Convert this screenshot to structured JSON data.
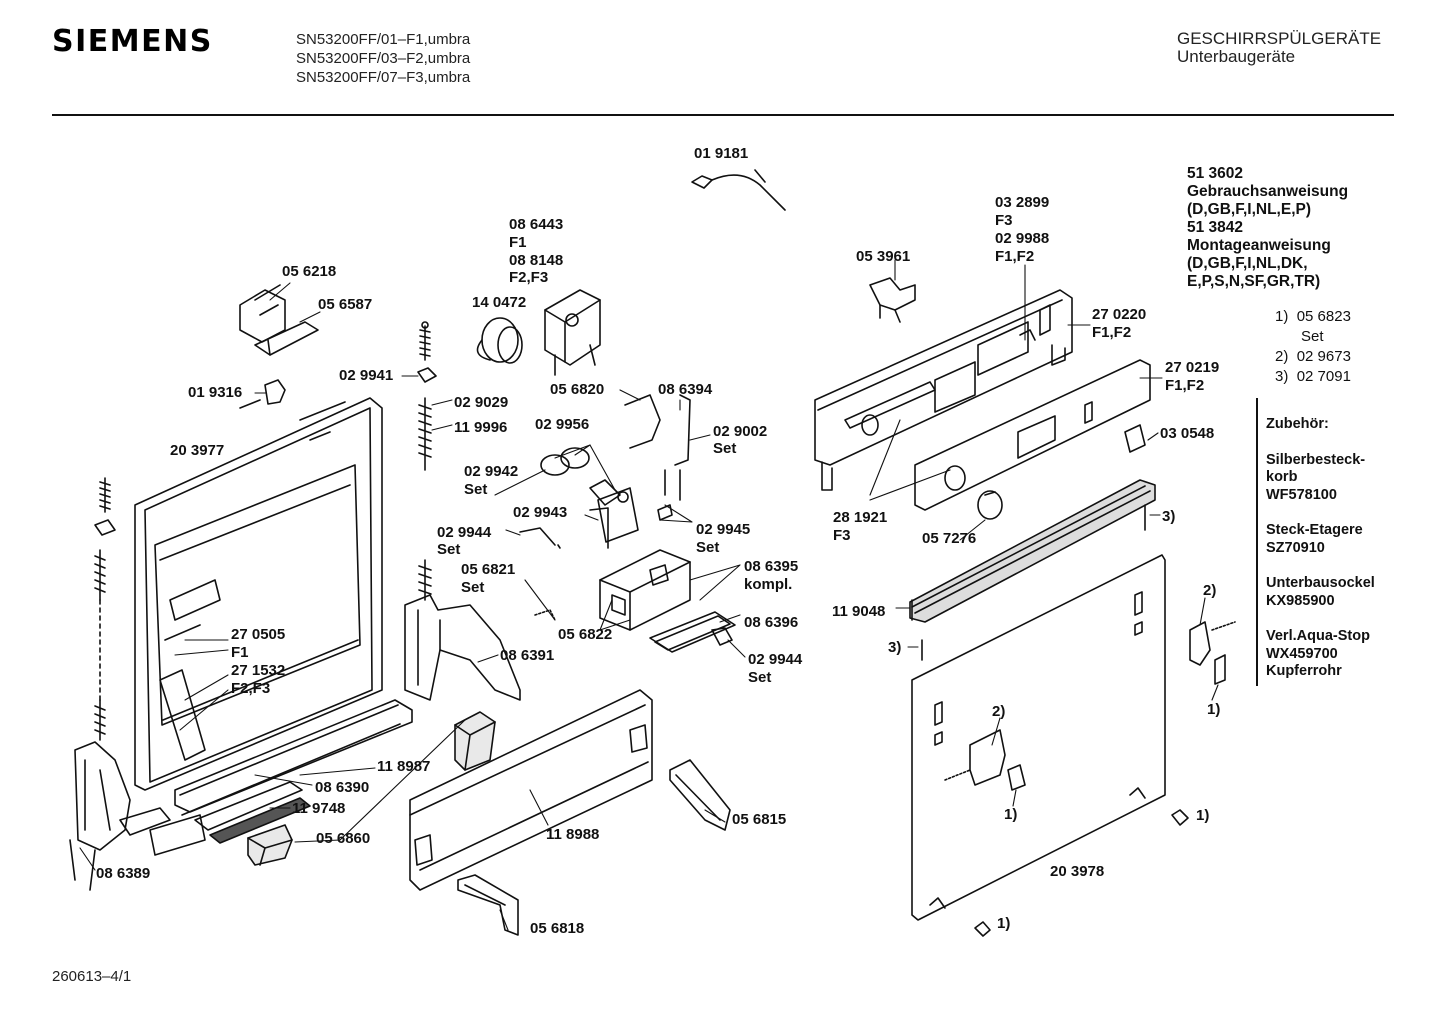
{
  "header": {
    "brand": "SIEMENS",
    "models": [
      "SN53200FF/01–F1,umbra",
      "SN53200FF/03–F2,umbra",
      "SN53200FF/07–F3,umbra"
    ],
    "category": "GESCHIRRSPÜLGERÄTE",
    "subcategory": "Unterbaugeräte"
  },
  "documents": {
    "manual_use_number": "51 3602",
    "manual_use_title": "Gebrauchsanweisung",
    "manual_use_langs": "(D,GB,F,I,NL,E,P)",
    "manual_install_number": "51 3842",
    "manual_install_title": "Montageanweisung",
    "manual_install_langs_1": "(D,GB,F,I,NL,DK,",
    "manual_install_langs_2": "E,P,S,N,SF,GR,TR)"
  },
  "footnotes": [
    {
      "key": "1)",
      "part": "05 6823",
      "extra": "Set"
    },
    {
      "key": "2)",
      "part": "02 9673",
      "extra": ""
    },
    {
      "key": "3)",
      "part": "02 7091",
      "extra": ""
    }
  ],
  "accessories": {
    "title": "Zubehör:",
    "items": [
      {
        "lines": [
          "Silberbesteck-",
          "korb",
          "WF578100"
        ]
      },
      {
        "lines": [
          "Steck-Etagere",
          "SZ70910"
        ]
      },
      {
        "lines": [
          "Unterbausockel",
          "KX985900"
        ]
      },
      {
        "lines": [
          "Verl.Aqua-Stop",
          "WX459700",
          "Kupferrohr"
        ]
      }
    ]
  },
  "parts": {
    "p019181": "01 9181",
    "p086443": "08 6443",
    "f1a": "F1",
    "p088148": "08 8148",
    "f2f3a": "F2,F3",
    "p140472": "14 0472",
    "p056218": "05 6218",
    "p056587": "05 6587",
    "p029941": "02 9941",
    "p019316": "01 9316",
    "p029029": "02 9029",
    "p119996": "11 9996",
    "p203977": "20 3977",
    "p056820": "05 6820",
    "p086394": "08 6394",
    "p029956": "02 9956",
    "p029002": "02 9002",
    "set1": "Set",
    "p029942": "02 9942",
    "set2": "Set",
    "p029943": "02 9943",
    "p029945": "02 9945",
    "set3": "Set",
    "p029944a": "02 9944",
    "set4": "Set",
    "p056821": "05 6821",
    "set5": "Set",
    "p086395": "08 6395",
    "kompl": "kompl.",
    "p056822": "05 6822",
    "p086396": "08 6396",
    "p029944b": "02 9944",
    "set6": "Set",
    "p270505": "27 0505",
    "f1b": "F1",
    "p271532": "27 1532",
    "f2f3b": "F2,F3",
    "p086391": "08 6391",
    "p118987": "11 8987",
    "p086390": "08 6390",
    "p119748": "11 9748",
    "p056860": "05 6860",
    "p086389": "08 6389",
    "p118988": "11 8988",
    "p056815": "05 6815",
    "p056818": "05 6818",
    "p053961": "05 3961",
    "p032899": "03 2899",
    "f3a": "F3",
    "p029988": "02 9988",
    "f1f2a": "F1,F2",
    "p270220": "27 0220",
    "f1f2b": "F1,F2",
    "p270219": "27 0219",
    "f1f2c": "F1,F2",
    "p030548": "03 0548",
    "p281921": "28 1921",
    "f3b": "F3",
    "p057276": "05 7276",
    "p119048": "11 9048",
    "p203978": "20 3978",
    "fn3a": "3)",
    "fn3b": "3)",
    "fn2a": "2)",
    "fn2b": "2)",
    "fn1a": "1)",
    "fn1b": "1)",
    "fn1c": "1)",
    "fn1d": "1)"
  },
  "footer": {
    "code": "260613–4/1"
  }
}
